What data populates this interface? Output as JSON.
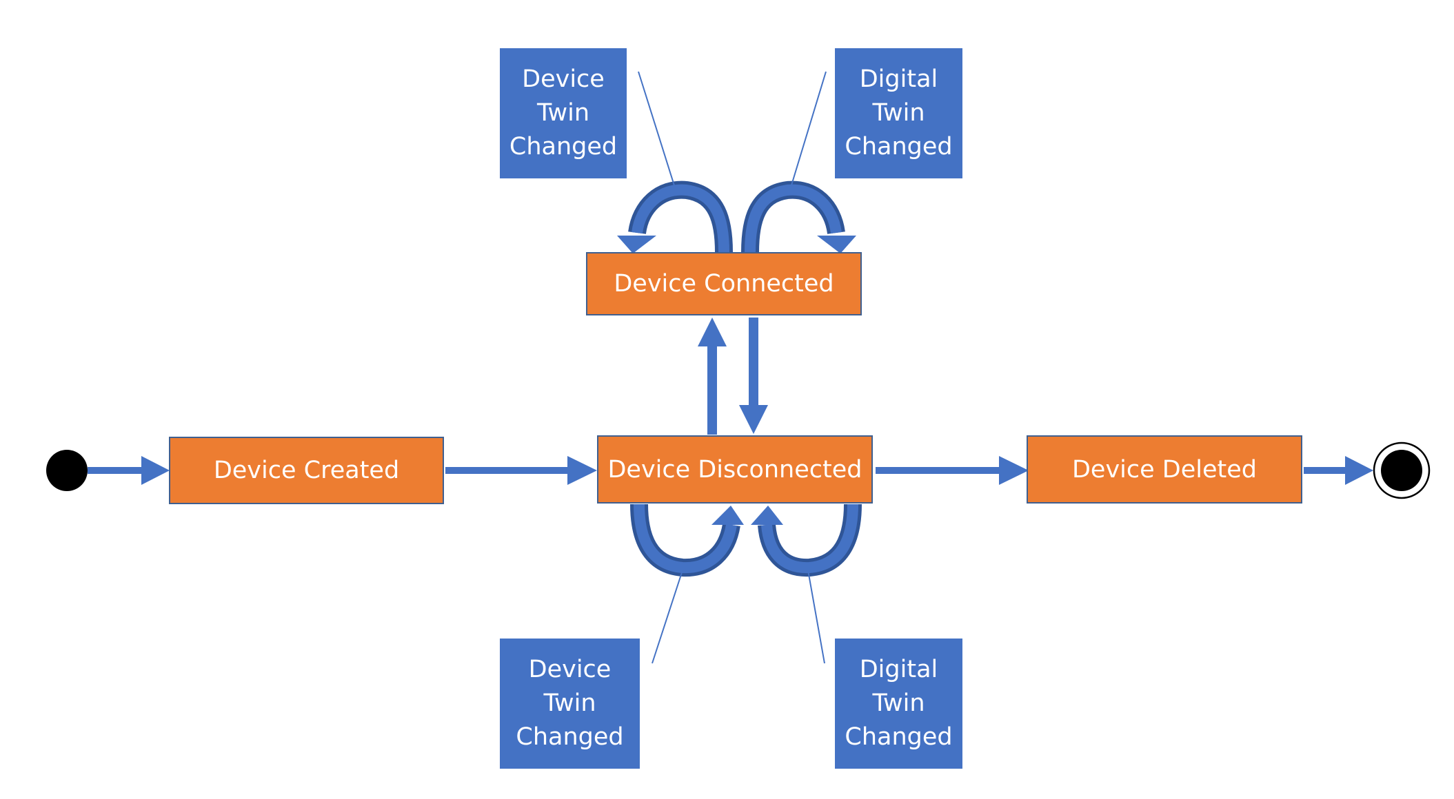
{
  "colors": {
    "state_fill": "#ED7D31",
    "note_fill": "#4472C4",
    "arrow": "#4472C4",
    "arrow_dark": "#2F5597",
    "text": "#FFFFFF"
  },
  "states": {
    "created": "Device Created",
    "disconnected": "Device Disconnected",
    "connected": "Device Connected",
    "deleted": "Device Deleted"
  },
  "notes": {
    "top_left": {
      "line1": "Device",
      "line2": "Twin",
      "line3": "Changed"
    },
    "top_right": {
      "line1": "Digital",
      "line2": "Twin",
      "line3": "Changed"
    },
    "bottom_left": {
      "line1": "Device",
      "line2": "Twin",
      "line3": "Changed"
    },
    "bottom_right": {
      "line1": "Digital",
      "line2": "Twin",
      "line3": "Changed"
    }
  }
}
